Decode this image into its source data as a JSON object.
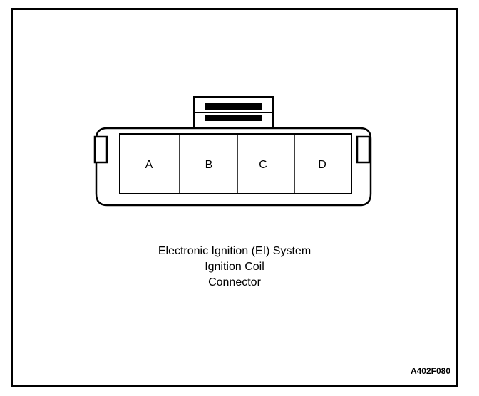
{
  "connector": {
    "pins": [
      "A",
      "B",
      "C",
      "D"
    ]
  },
  "caption": {
    "line1": "Electronic Ignition (EI) System",
    "line2": "Ignition Coil",
    "line3": "Connector"
  },
  "figure_id": "A402F080",
  "colors": {
    "line": "#000000",
    "background": "#ffffff"
  }
}
